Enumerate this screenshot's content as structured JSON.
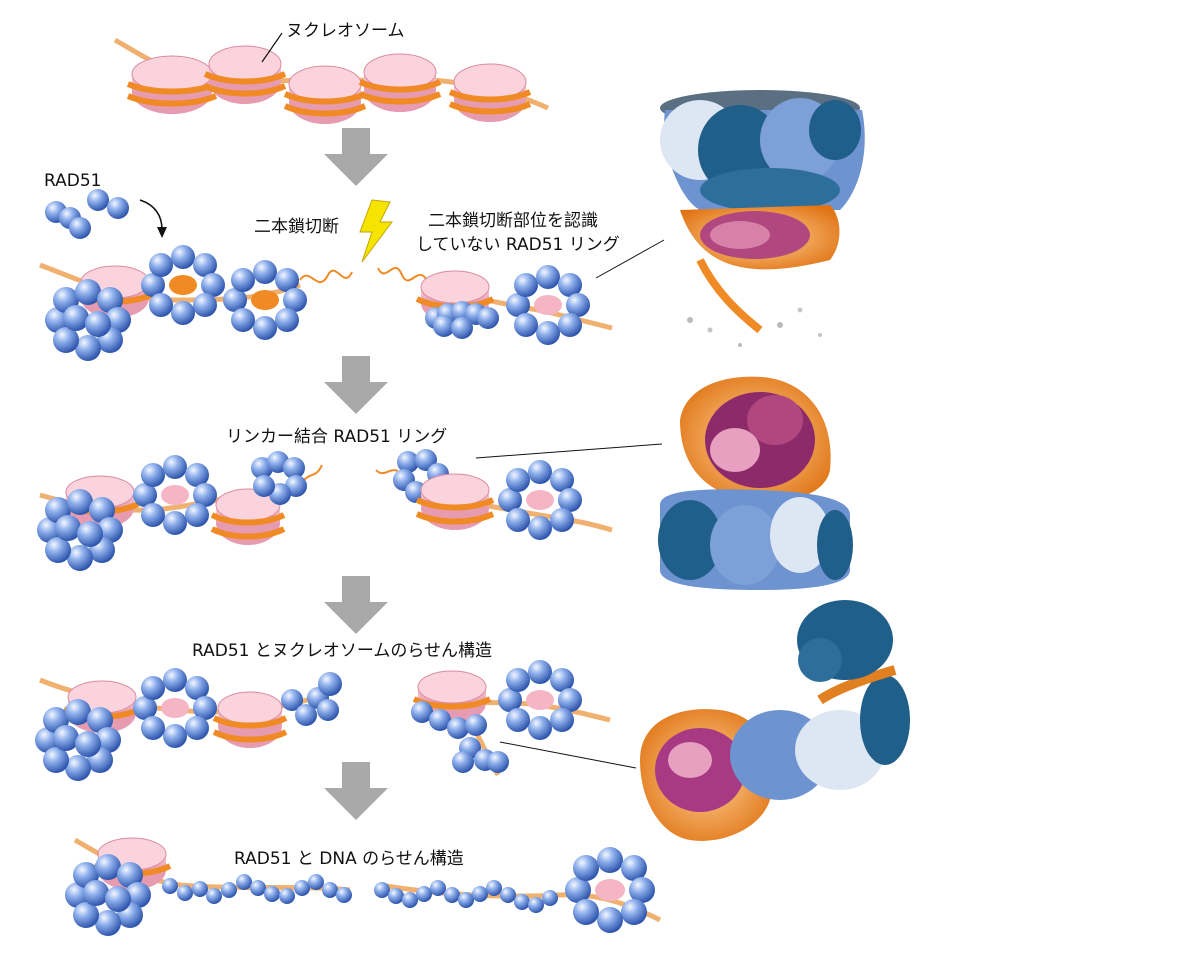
{
  "labels": {
    "nucleosome": "ヌクレオソーム",
    "rad51": "RAD51",
    "dsb": "二本鎖切断",
    "unrecognized_line1": "二本鎖切断部位を認識",
    "unrecognized_line2": "していない RAD51 リング",
    "linker_ring": "リンカー結合 RAD51 リング",
    "nucleosome_helix": "RAD51 とヌクレオソームのらせん構造",
    "dna_helix": "RAD51 と DNA のらせん構造"
  },
  "colors": {
    "histone": "#f4b4c4",
    "histone_dark": "#d98ba0",
    "dna": "#f08a24",
    "rad51": "#7f9fe0",
    "rad51_dark": "#3c63b8",
    "arrow": "#a9a9a9",
    "bolt": "#f5e400",
    "em_dark_blue": "#1f5f8a",
    "em_mid_blue": "#6d93d0",
    "em_light": "#dde6f3",
    "em_magenta": "#a83a84"
  }
}
